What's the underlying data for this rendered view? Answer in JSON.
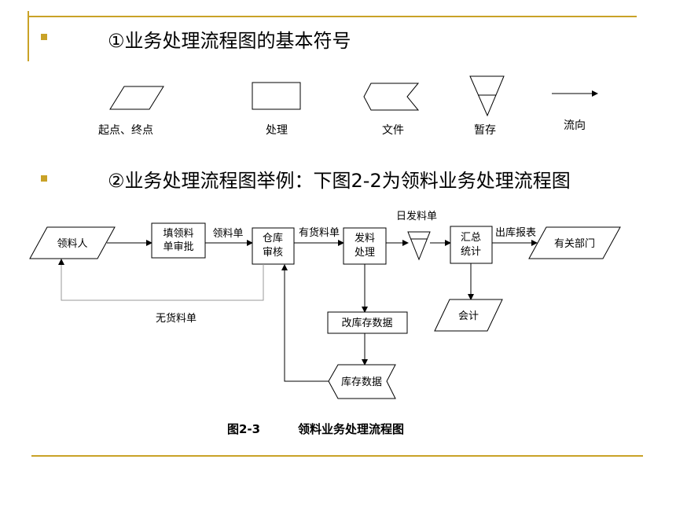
{
  "slide": {
    "heading1": "①业务处理流程图的基本符号",
    "heading2": "②业务处理流程图举例：下图2-2为领料业务处理流程图"
  },
  "legend": {
    "start_end": "起点、终点",
    "process": "处理",
    "file": "文件",
    "temp_storage": "暂存",
    "flow": "流向"
  },
  "diagram": {
    "requester": "领料人",
    "fill_form_line1": "填领料",
    "fill_form_line2": "单审批",
    "requisition_label": "领料单",
    "warehouse_line1": "仓库",
    "warehouse_line2": "审核",
    "in_stock_label": "有货料单",
    "issue_line1": "发料",
    "issue_line2": "处理",
    "daily_issue_label": "日发料单",
    "summary_line1": "汇总",
    "summary_line2": "统计",
    "outbound_report_label": "出库报表",
    "departments": "有关部门",
    "no_stock_label": "无货料单",
    "modify_inventory": "改库存数据",
    "accounting": "会计",
    "inventory_data": "库存数据",
    "caption_number": "图2-3",
    "caption_title": "领料业务处理流程图"
  },
  "colors": {
    "accent": "#c9a227",
    "stroke": "#000000",
    "loop_line": "#999999"
  }
}
